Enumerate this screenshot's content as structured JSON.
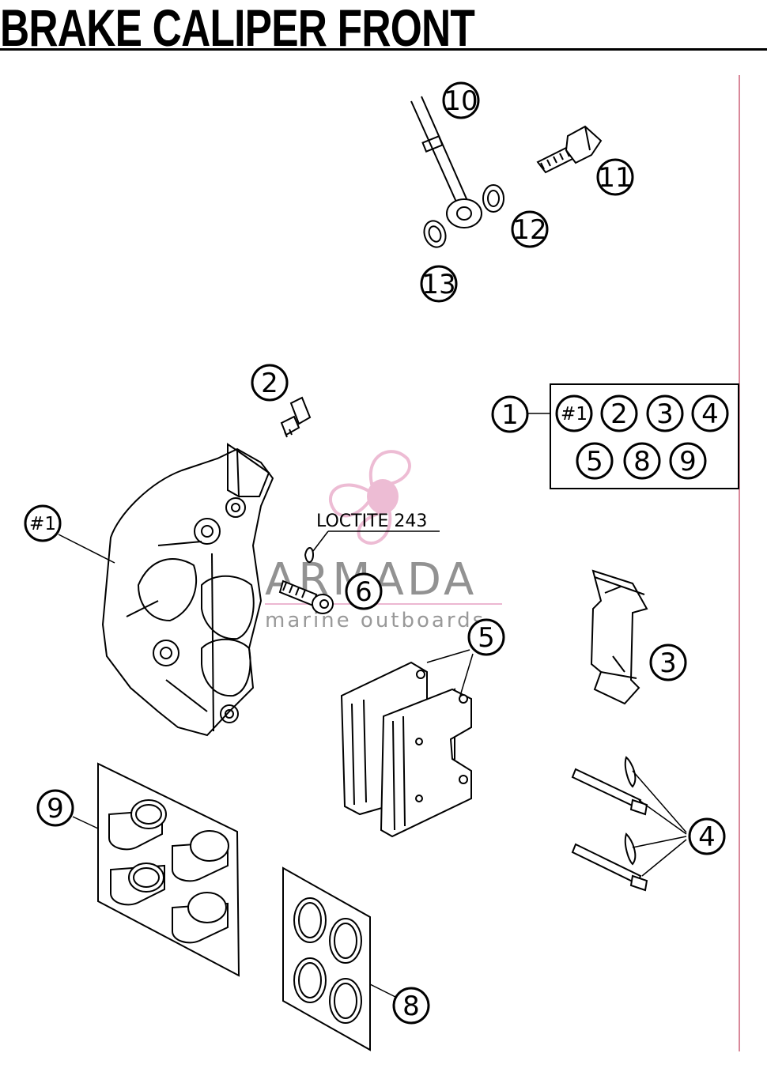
{
  "title": "BRAKE CALIPER FRONT",
  "note_text": "LOCTITE 243",
  "watermark": {
    "brand": "ARMADA",
    "tagline": "marine outboards"
  },
  "callouts": {
    "c1": "1",
    "c2": "2",
    "c3": "3",
    "c4": "4",
    "c5": "5",
    "c6": "6",
    "c8": "8",
    "c9": "9",
    "c10": "10",
    "c11": "11",
    "c12": "12",
    "c13": "13",
    "c_hash1": "#1"
  },
  "kit_box": {
    "items_row1": [
      "#1",
      "2",
      "3",
      "4"
    ],
    "items_row2": [
      "5",
      "8",
      "9"
    ]
  },
  "colors": {
    "line": "#000000",
    "accent_rule": "#d9899a",
    "watermark_pink": "#e8a6c6",
    "watermark_gray": "#6e6e6e"
  }
}
